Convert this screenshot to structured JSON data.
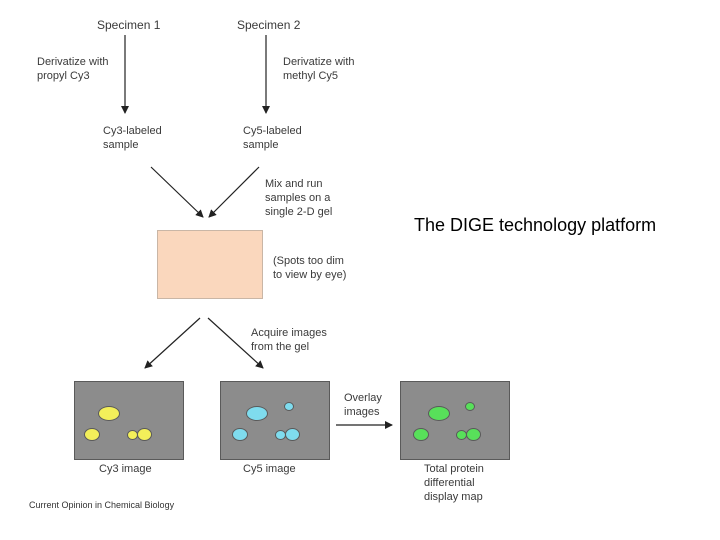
{
  "colors": {
    "gel": "#fad7bd",
    "panel": "#8c8c8c",
    "cy3_spot": "#f3ef5a",
    "cy5_spot": "#7fdcee",
    "overlay_spot": "#58e05a"
  },
  "title": "The DIGE technology platform",
  "specimen1": "Specimen 1",
  "specimen2": "Specimen 2",
  "derivatize1": [
    "Derivatize with",
    "propyl Cy3"
  ],
  "derivatize2": [
    "Derivatize with",
    "methyl Cy5"
  ],
  "cy3_labeled": [
    "Cy3-labeled",
    "sample"
  ],
  "cy5_labeled": [
    "Cy5-labeled",
    "sample"
  ],
  "mix_run": [
    "Mix and run",
    "samples on a",
    "single 2-D gel"
  ],
  "spots_note": [
    "(Spots too dim",
    "to view by eye)"
  ],
  "acquire": [
    "Acquire images",
    "from the gel"
  ],
  "overlay": [
    "Overlay",
    "images"
  ],
  "cy3_image": "Cy3 image",
  "cy5_image": "Cy5 image",
  "total_map": [
    "Total protein",
    "differential",
    "display map"
  ],
  "footer": "Current Opinion in Chemical Biology"
}
